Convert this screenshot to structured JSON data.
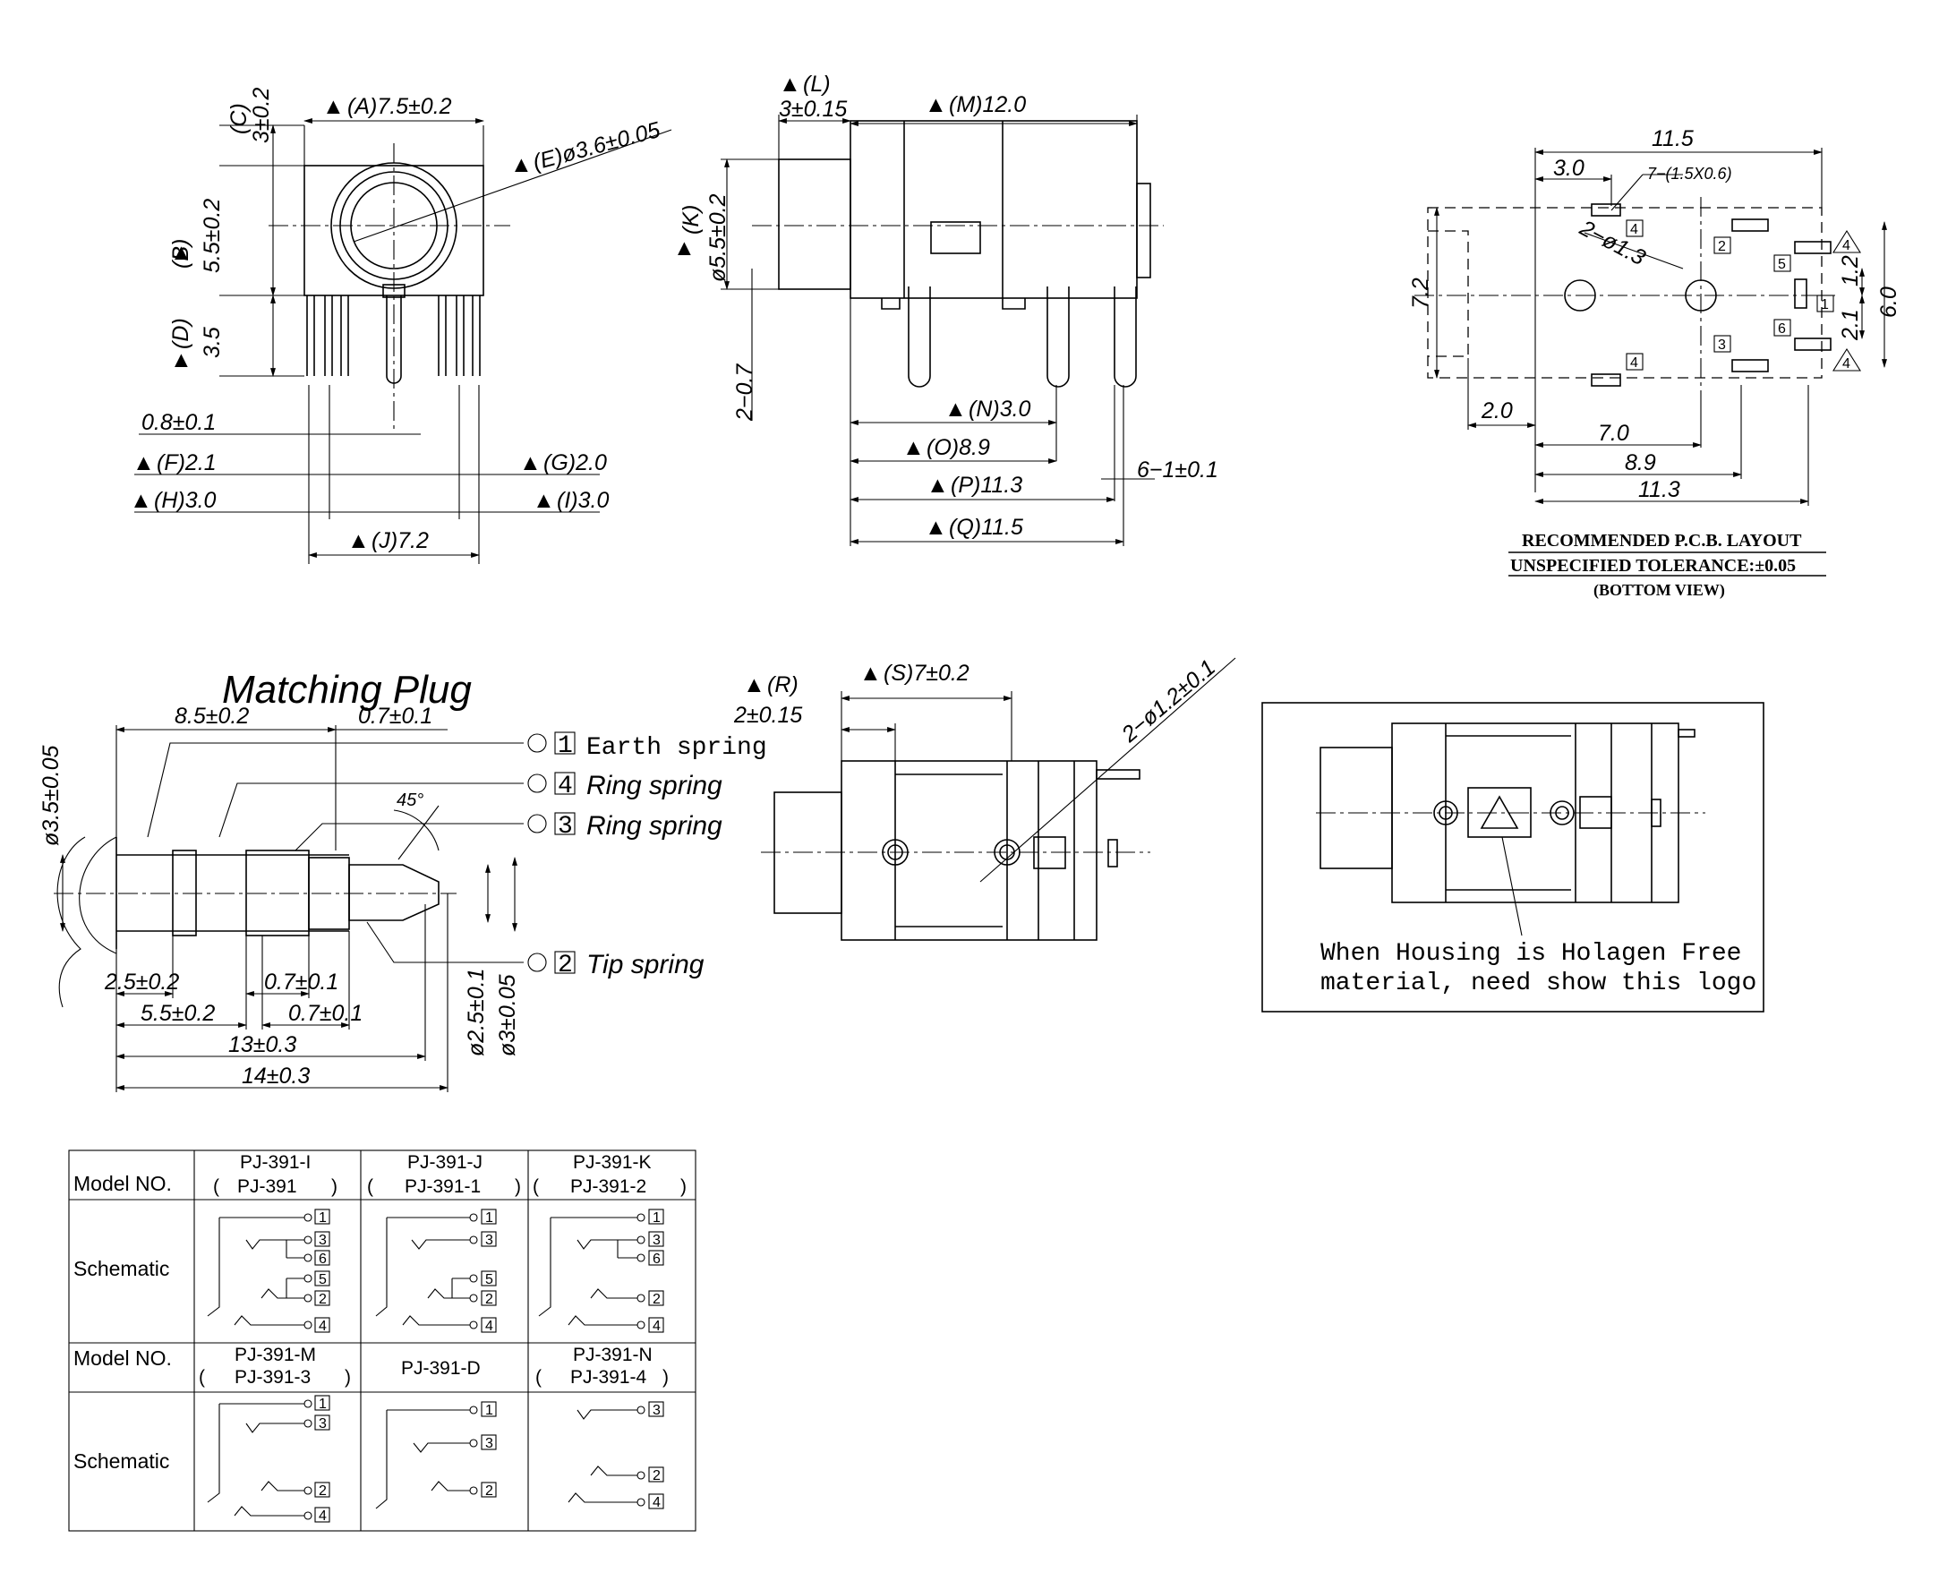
{
  "front_view": {
    "A": "(A)7.5±0.2",
    "C_label": "(C)",
    "C_val": "3±0.2",
    "B_label": "(B)",
    "B_val": "5.5±0.2",
    "D_label": "(D)",
    "D_val": "3.5",
    "E": "(E)ø3.6±0.05",
    "w08": "0.8±0.1",
    "F": "(F)2.1",
    "G": "(G)2.0",
    "H": "(H)3.0",
    "I": "(I)3.0",
    "J": "(J)7.2"
  },
  "side_view": {
    "L_label": "(L)",
    "L_val": "3±0.15",
    "M": "(M)12.0",
    "K_label": "(K)",
    "K_val": "ø5.5±0.2",
    "pin_len": "2−0.7",
    "N": "(N)3.0",
    "O": "(O)8.9",
    "P": "(P)11.3",
    "Q": "(Q)11.5",
    "pinw": "6−1±0.1"
  },
  "pcb_layout": {
    "w115": "11.5",
    "w30": "3.0",
    "slots": "7−(1.5X0.6)",
    "holes": "2−ø1.3",
    "h72": "7.2",
    "h12": "1.2",
    "h21": "2.1",
    "h60": "6.0",
    "w20": "2.0",
    "w70": "7.0",
    "w89": "8.9",
    "w113": "11.3",
    "pins": [
      "4",
      "2",
      "5",
      "1",
      "6",
      "3",
      "4"
    ],
    "tri": "4",
    "title": "RECOMMENDED P.C.B. LAYOUT",
    "tolerance": "UNSPECIFIED TOLERANCE:±0.05",
    "view": "(BOTTOM VIEW)"
  },
  "plug": {
    "title": "Matching Plug",
    "d35": "ø3.5±0.05",
    "w85": "8.5±0.2",
    "w07a": "0.7±0.1",
    "angle": "45°",
    "springs": [
      {
        "num": "1",
        "name": "Earth spring"
      },
      {
        "num": "4",
        "name": "Ring spring"
      },
      {
        "num": "3",
        "name": "Ring spring"
      },
      {
        "num": "2",
        "name": "Tip spring"
      }
    ],
    "w25": "2.5±0.2",
    "w07b": "0.7±0.1",
    "w55": "5.5±0.2",
    "w07c": "0.7±0.1",
    "w13": "13±0.3",
    "w14": "14±0.3",
    "d25": "ø2.5±0.1",
    "d3": "ø3±0.05"
  },
  "top_view": {
    "R_label": "(R)",
    "R_val": "2±0.15",
    "S": "(S)7±0.2",
    "holes": "2−ø1.2±0.1"
  },
  "logo_box": {
    "line1": "When Housing is Holagen Free",
    "line2": "material, need show this logo"
  },
  "table": {
    "model_label": "Model NO.",
    "schematic_label": "Schematic",
    "row1": [
      {
        "main": "PJ-391-I",
        "alt": "PJ-391"
      },
      {
        "main": "PJ-391-J",
        "alt": "PJ-391-1"
      },
      {
        "main": "PJ-391-K",
        "alt": "PJ-391-2"
      }
    ],
    "row2": [
      {
        "main": "PJ-391-M",
        "alt": "PJ-391-3"
      },
      {
        "main": "PJ-391-D",
        "alt": ""
      },
      {
        "main": "PJ-391-N",
        "alt": "PJ-391-4"
      }
    ],
    "sch_pins": {
      "i": [
        "1",
        "3",
        "6",
        "5",
        "2",
        "4"
      ],
      "j": [
        "1",
        "3",
        "5",
        "2",
        "4"
      ],
      "k": [
        "1",
        "3",
        "6",
        "2",
        "4"
      ],
      "m": [
        "1",
        "3",
        "2",
        "4"
      ],
      "d": [
        "1",
        "3",
        "2"
      ],
      "n": [
        "3",
        "2",
        "4"
      ]
    }
  }
}
